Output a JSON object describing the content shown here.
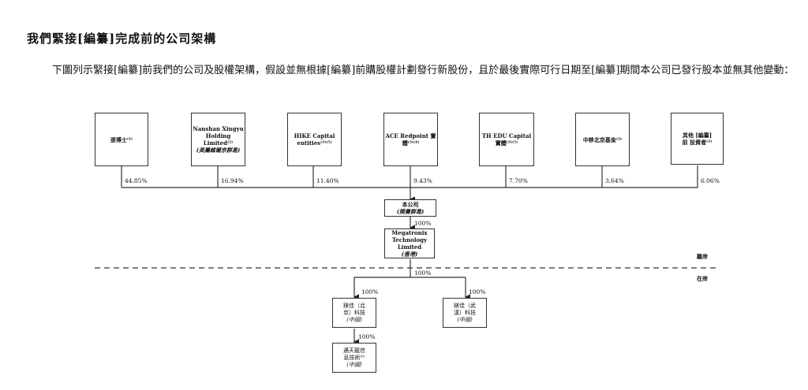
{
  "title": "我們緊接[編纂]完成前的公司架構",
  "paragraph": "下圖列示緊接[編纂]前我們的公司及股權架構，假設並無根據[編纂]前購股權計劃發行新股份，且於最後實際可行日期至[編纂]期間本公司已發行股本並無其他變動：",
  "shareholders": [
    {
      "name": "張博士⁽¹⁾",
      "sub": "",
      "pct": "44.85%"
    },
    {
      "name": "Nanshan Xingyu Holding Limited⁽²⁾",
      "sub": "(英屬維爾京群島)",
      "pct": "16.94%"
    },
    {
      "name": "HIKE Capital entities⁽³⁾⁽⁵⁾",
      "sub": "",
      "pct": "11.40%"
    },
    {
      "name": "ACE Redpoint 實體⁽³⁾⁽⁴⁾",
      "sub": "",
      "pct": "9.43%"
    },
    {
      "name": "TH EDU Capital 實體⁽³⁾⁽⁵⁾",
      "sub": "",
      "pct": "7.70%"
    },
    {
      "name": "中移北京基金⁽³⁾",
      "sub": "",
      "pct": "3.64%"
    },
    {
      "name": "其他 [編纂]前 投資者⁽³⁾",
      "sub": "",
      "pct": "6.06%"
    }
  ],
  "company": {
    "name": "本公司",
    "sub": "(開曼群島)",
    "pct": "100%"
  },
  "megatronix": {
    "name": "Megatronix Technology Limited",
    "sub": "(香港)",
    "pct": "100%"
  },
  "offshore": "離岸",
  "onshore": "在岸",
  "beijing": {
    "name": "鎂佳（北京）科技",
    "sub": "(中國)",
    "pct": "100%"
  },
  "wuhan": {
    "name": "鎂佳（武漢）科技",
    "sub": "(中國)",
    "pct": "100%"
  },
  "subsidiary": {
    "name": "邁天龍信息技術⁽⁶⁾",
    "sub": "(中國)",
    "pct": "100%"
  }
}
